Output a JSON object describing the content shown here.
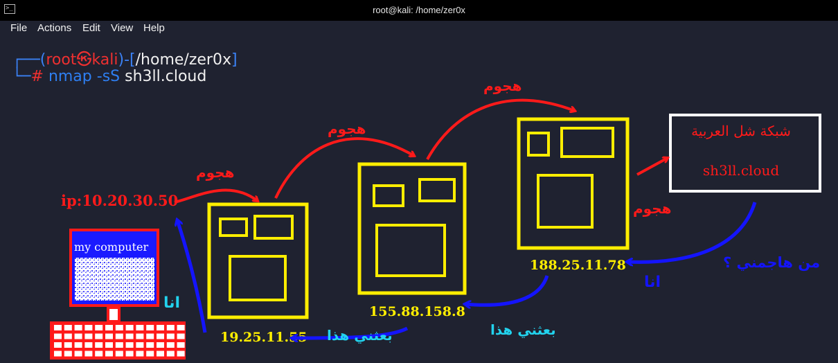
{
  "window": {
    "title": "root@kali: /home/zer0x",
    "icon": "terminal-icon"
  },
  "menu": [
    "File",
    "Actions",
    "Edit",
    "View",
    "Help"
  ],
  "prompt": {
    "open": "┌──(",
    "user": "root",
    "at_symbol": "㉿",
    "host": "kali",
    "mid": ")-[",
    "path": "/home/zer0x",
    "close": "]",
    "line2_prefix": "└─",
    "hash": "#",
    "cmd": "nmap -sS",
    "target": "sh3ll.cloud"
  },
  "diagram": {
    "my_ip": "ip:10.20.30.50",
    "computer_label": "my computer",
    "me_label": "انا",
    "attack_label": "هجوم",
    "sent_this": "بعثني هذا",
    "who_attacked": "من هاجمني ؟",
    "hop1_ip": "19.25.11.55",
    "hop2_ip": "155.88.158.8",
    "hop3_ip": "188.25.11.78",
    "target_name": "شبكة شل العربية",
    "target_domain": "sh3ll.cloud",
    "colors": {
      "red": "#ff1a1a",
      "yellow": "#ffee00",
      "blue": "#1414ff",
      "cyan": "#22d3ee",
      "white": "#ffffff",
      "computer_screen": "#1a1aff"
    }
  }
}
